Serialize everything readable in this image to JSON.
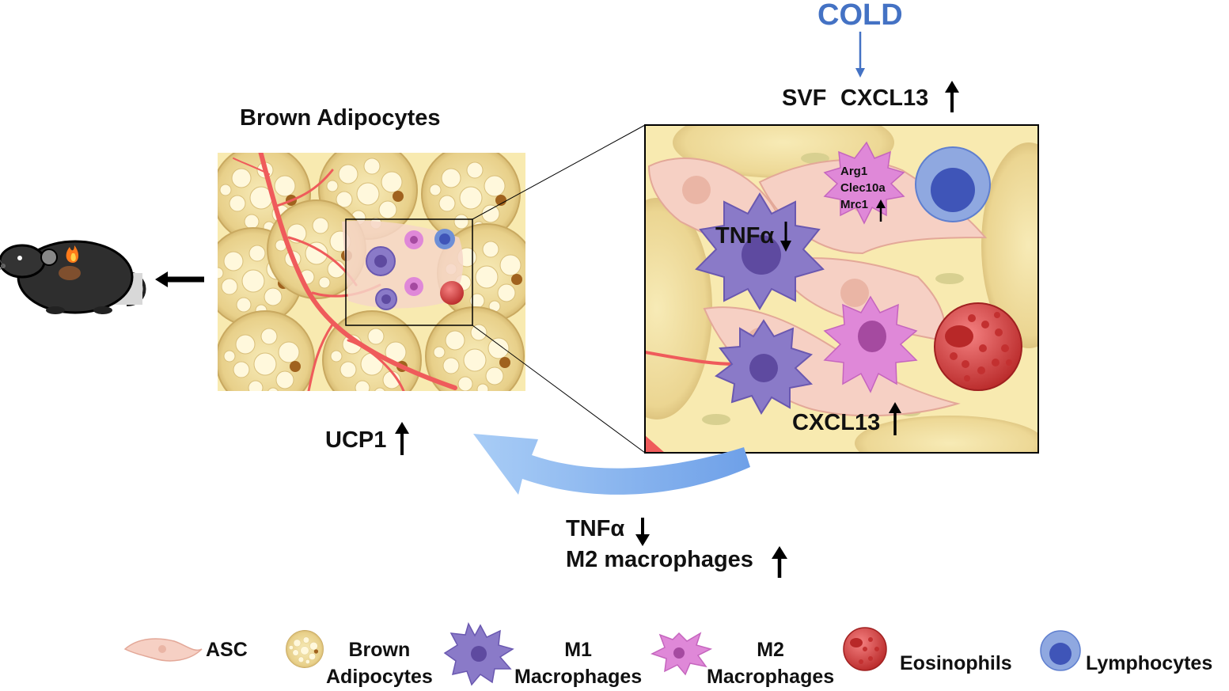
{
  "top": {
    "cold": "COLD",
    "svf": "SVF",
    "cxcl13_top": "CXCL13"
  },
  "left_panel": {
    "title": "Brown Adipocytes",
    "ucp1": "UCP1"
  },
  "zoom_panel": {
    "tnfa": "TNFα",
    "arg1": "Arg1",
    "clec10a": "Clec10a",
    "mrc1": "Mrc1",
    "cxcl13": "CXCL13"
  },
  "feedback": {
    "tnfa": "TNFα",
    "m2": "M2 macrophages"
  },
  "legend": [
    {
      "key": "asc",
      "text": "ASC"
    },
    {
      "key": "brown",
      "text": "Brown\nAdipocytes"
    },
    {
      "key": "m1",
      "text": "M1\nMacrophages"
    },
    {
      "key": "m2",
      "text": "M2\nMacrophages"
    },
    {
      "key": "eos",
      "text": "Eosinophils"
    },
    {
      "key": "lym",
      "text": "Lymphocytes"
    }
  ],
  "colors": {
    "cold_blue": "#4472c4",
    "fat_bg": "#f8eab0",
    "m1_purple": "#8a7ac8",
    "m2_pink": "#df88d8",
    "eos_red": "#d94848",
    "lym_blue": "#6e8fd6",
    "vessel_red": "#ef5b5b",
    "feedback_arrow": "#8fb8f0"
  }
}
